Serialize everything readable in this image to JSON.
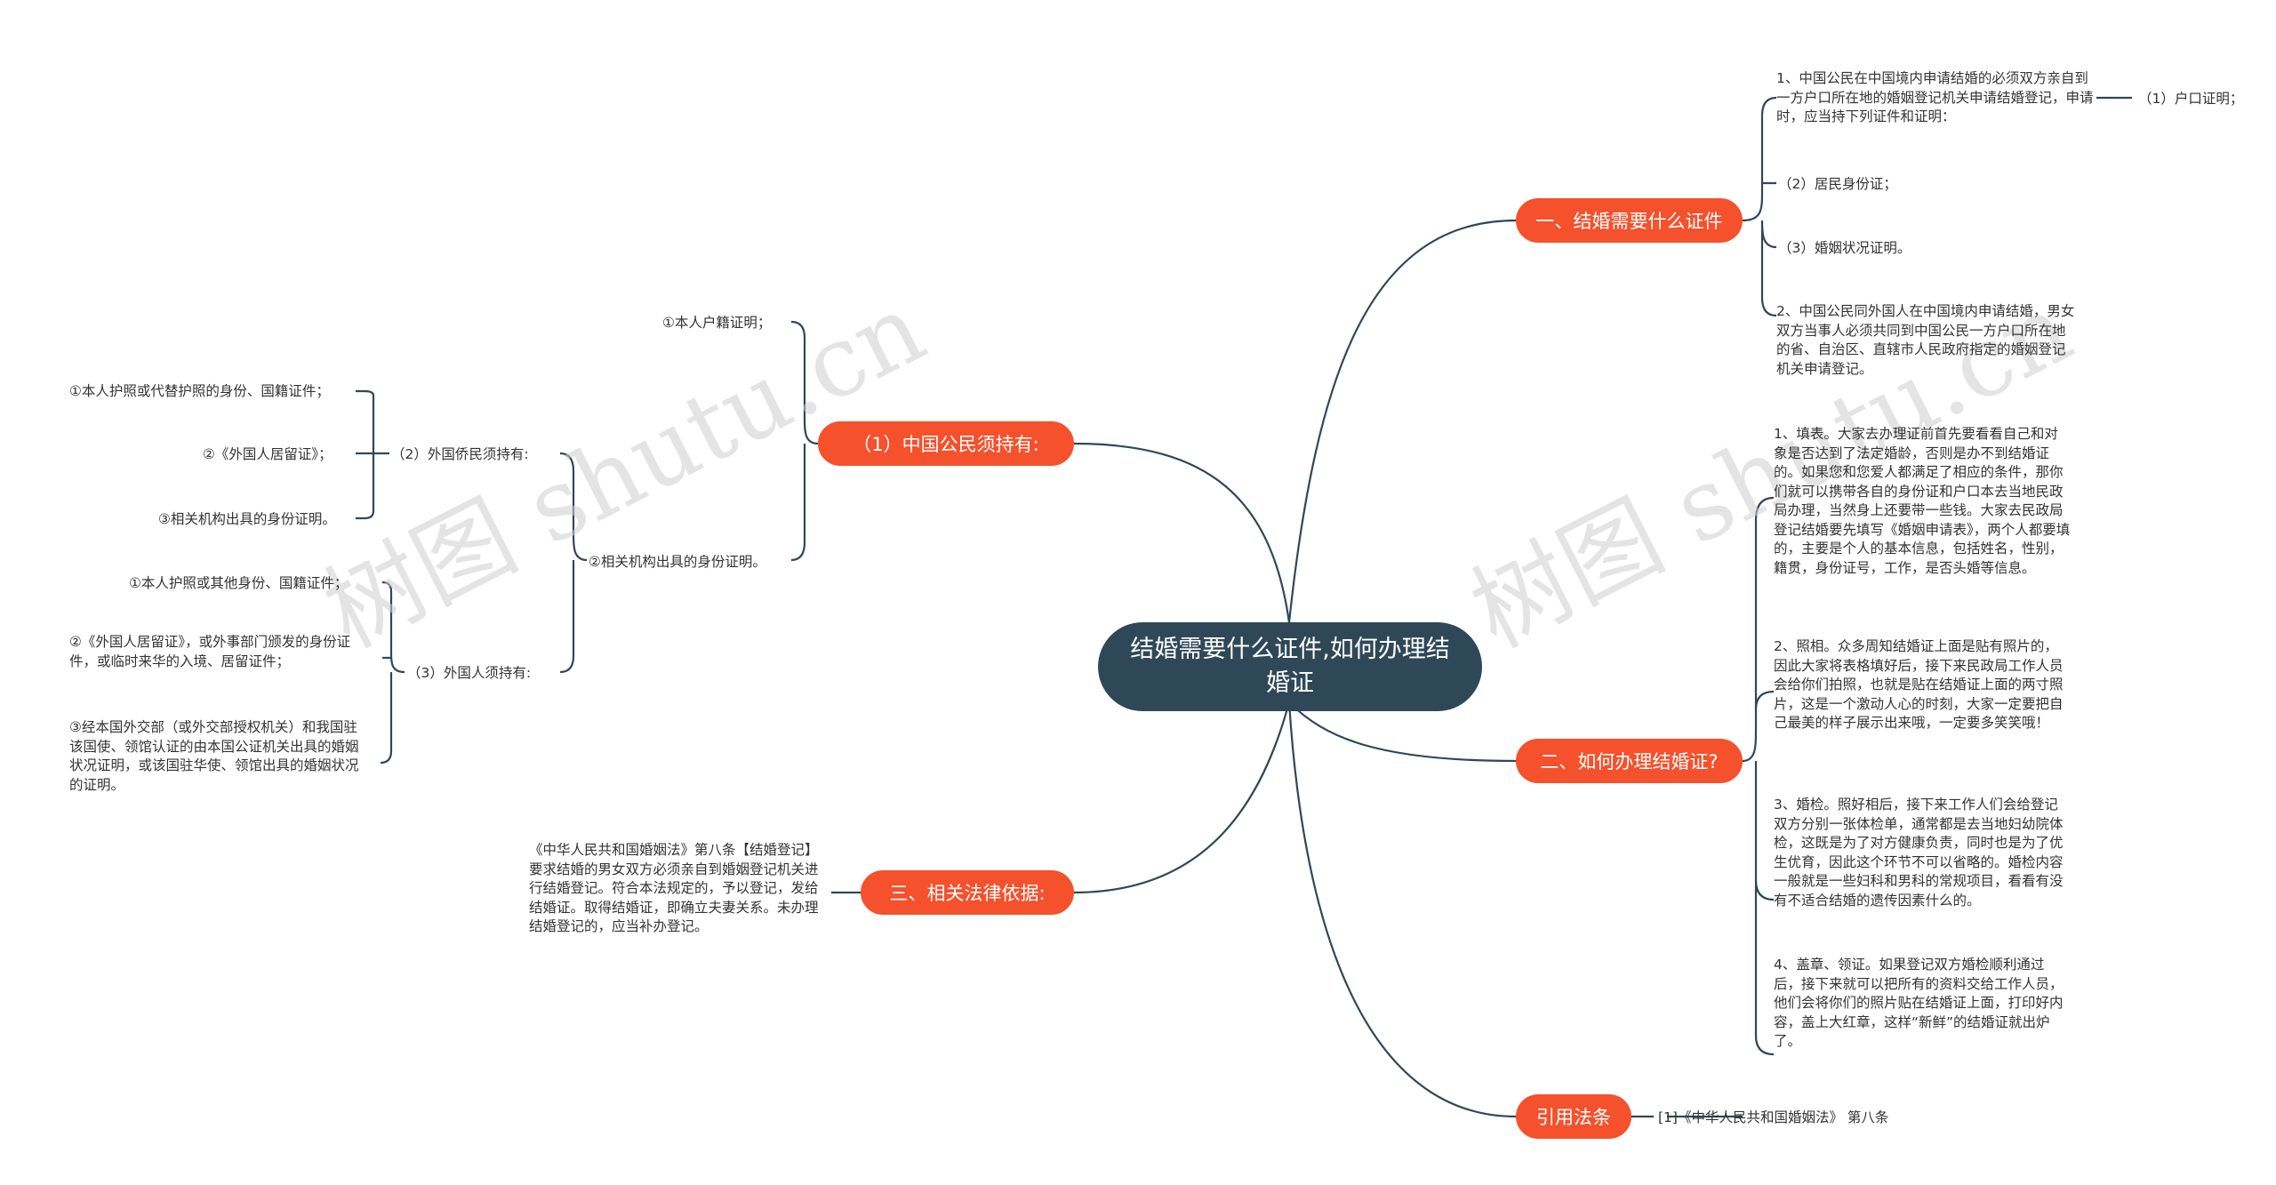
{
  "root": {
    "title": "结婚需要什么证件,如何办理结婚证"
  },
  "branches": {
    "b1": {
      "label": "一、结婚需要什么证件",
      "item1": "1、中国公民在中国境内申请结婚的必须双方亲自到一方户口所在地的婚姻登记机关申请结婚登记，申请时，应当持下列证件和证明：",
      "item1_sub": "（1）户口证明；",
      "item2": "（2）居民身份证；",
      "item3": "（3）婚姻状况证明。",
      "item4": "2、中国公民同外国人在中国境内申请结婚，男女双方当事人必须共同到中国公民一方户口所在地的省、自治区、直辖市人民政府指定的婚姻登记机关申请登记。"
    },
    "b2": {
      "label": "二、如何办理结婚证?",
      "steps": [
        "1、填表。大家去办理证前首先要看看自己和对象是否达到了法定婚龄，否则是办不到结婚证的。如果您和您爱人都满足了相应的条件，那你们就可以携带各自的身份证和户口本去当地民政局办理，当然身上还要带一些钱。大家去民政局登记结婚要先填写《婚姻申请表》，两个人都要填的，主要是个人的基本信息，包括姓名，性别，籍贯，身份证号，工作，是否头婚等信息。",
        "2、照相。众多周知结婚证上面是贴有照片的，因此大家将表格填好后，接下来民政局工作人员会给你们拍照，也就是贴在结婚证上面的两寸照片，这是一个激动人心的时刻，大家一定要把自己最美的样子展示出来哦，一定要多笑笑哦！",
        "3、婚检。照好相后，接下来工作人们会给登记双方分别一张体检单，通常都是去当地妇幼院体检，这既是为了对方健康负责，同时也是为了优生优育，因此这个环节不可以省略的。婚检内容一般就是一些妇科和男科的常规项目，看看有没有不适合结婚的遗传因素什么的。",
        "4、盖章、领证。如果登记双方婚检顺利通过后，接下来就可以把所有的资料交给工作人员，他们会将你们的照片贴在结婚证上面，打印好内容，盖上大红章，这样“新鲜”的结婚证就出炉了。"
      ]
    },
    "b3": {
      "label": "引用法条",
      "ref": "[1]《中华人民共和国婚姻法》 第八条"
    },
    "b4": {
      "label": "（1）中国公民须持有:",
      "item1": "①本人户籍证明；",
      "item2": "②相关机构出具的身份证明。",
      "sub_a": {
        "label": "（2）外国侨民须持有:",
        "items": [
          "①本人护照或代替护照的身份、国籍证件；",
          "②《外国人居留证》；",
          "③相关机构出具的身份证明。"
        ]
      },
      "sub_b": {
        "label": "（3）外国人须持有:",
        "items": [
          "①本人护照或其他身份、国籍证件；",
          "②《外国人居留证》，或外事部门颁发的身份证件，或临时来华的入境、居留证件；",
          "③经本国外交部（或外交部授权机关）和我国驻该国使、领馆认证的由本国公证机关出具的婚姻状况证明，或该国驻华使、领馆出具的婚姻状况的证明。"
        ]
      }
    },
    "b5": {
      "label": "三、相关法律依据:",
      "text": "《中华人民共和国婚姻法》第八条【结婚登记】要求结婚的男女双方必须亲自到婚姻登记机关进行结婚登记。符合本法规定的，予以登记，发给结婚证。取得结婚证，即确立夫妻关系。未办理结婚登记的，应当补办登记。"
    }
  },
  "watermark": "树图 shutu.cn",
  "colors": {
    "root": "#2f4858",
    "branch": "#f4512c",
    "line": "#2f4858"
  }
}
